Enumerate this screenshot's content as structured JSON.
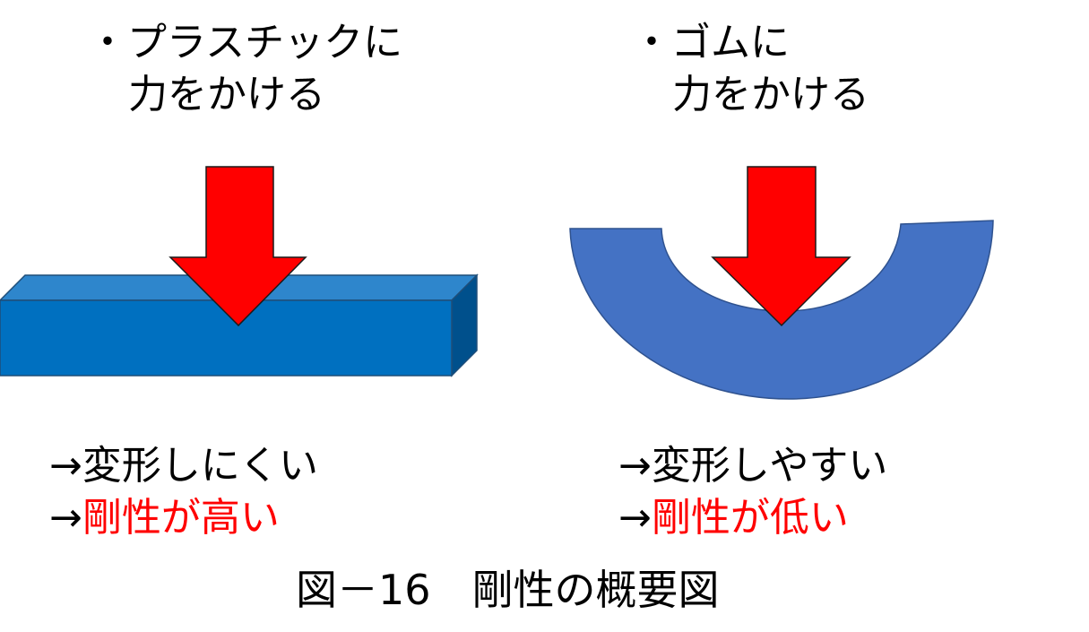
{
  "left_panel": {
    "title_line1": "・プラスチックに",
    "title_line2": "力をかける",
    "result_line1": "→変形しにくい",
    "result_arrow": "→",
    "result_line2": "剛性が高い"
  },
  "right_panel": {
    "title_line1": "・ゴムに",
    "title_line2": "力をかける",
    "result_line1": "→変形しやすい",
    "result_arrow": "→",
    "result_line2": "剛性が低い"
  },
  "caption": "図－16　剛性の概要図",
  "colors": {
    "arrow_fill": "#ff0000",
    "plastic_front": "#0070c0",
    "plastic_top": "#2e86cc",
    "plastic_side": "#00508c",
    "rubber_fill": "#4472c4",
    "emphasis_text": "#ff0000"
  },
  "icons": [
    "down-arrow-icon",
    "down-arrow-icon"
  ]
}
